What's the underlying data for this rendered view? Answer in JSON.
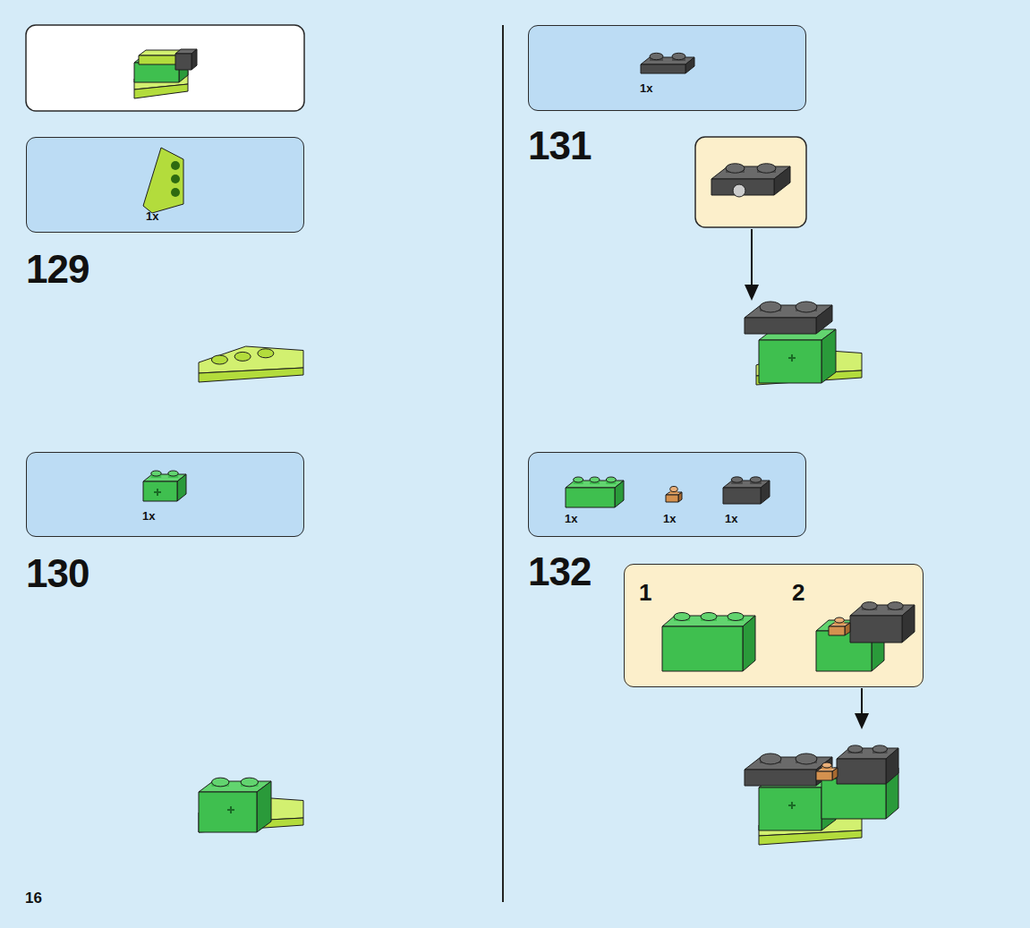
{
  "diagram": {
    "nodes": [
      {
        "text": [
          "1x"
        ]
      },
      {
        "text": [
          "1x"
        ]
      },
      {
        "text": [
          "1x"
        ]
      },
      {
        "text": [
          "1x",
          "1x",
          "1x"
        ]
      },
      {
        "text": [
          "1",
          "2"
        ]
      }
    ],
    "labels": [
      "129",
      "130",
      "131",
      "132",
      "16"
    ]
  }
}
